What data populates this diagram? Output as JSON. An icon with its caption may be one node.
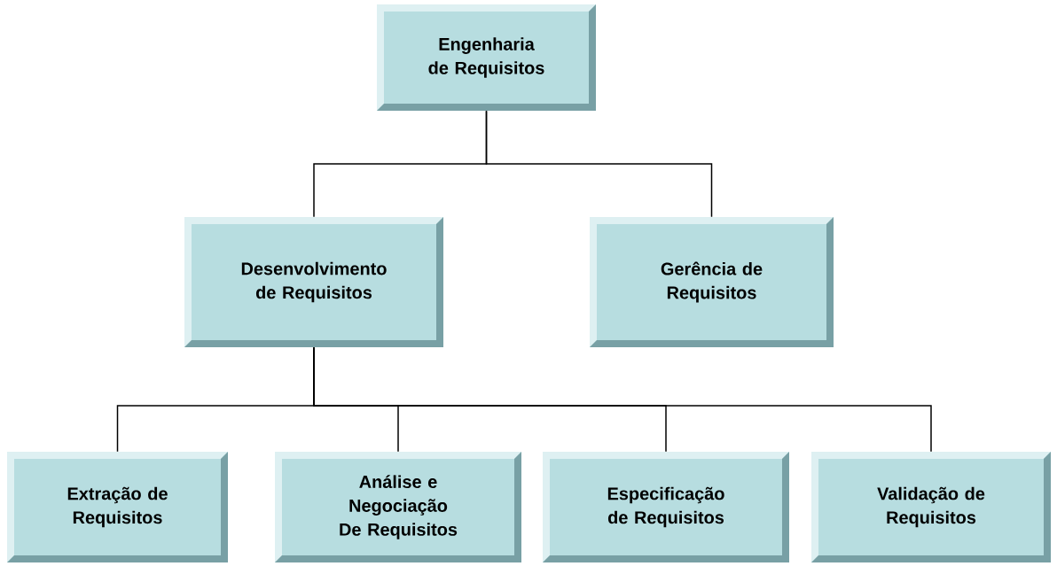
{
  "diagram": {
    "nodes": [
      {
        "text": [
          "Engenharia de Requisitos"
        ]
      },
      {
        "text": [
          "Desenvolvimento de Requisitos"
        ]
      },
      {
        "text": [
          "Gerência de Requisitos"
        ]
      },
      {
        "text": [
          "Extração de Requisitos"
        ]
      },
      {
        "text": [
          "Análise e Negociação De Requisitos"
        ]
      },
      {
        "text": [
          "Especificação de Requisitos"
        ]
      },
      {
        "text": [
          "Validação de Requisitos"
        ]
      }
    ],
    "edges": [
      {
        "from": 0,
        "to": 1,
        "arrow": "none"
      },
      {
        "from": 0,
        "to": 2,
        "arrow": "none"
      },
      {
        "from": 1,
        "to": 3,
        "arrow": "none"
      },
      {
        "from": 1,
        "to": 4,
        "arrow": "none"
      },
      {
        "from": 1,
        "to": 5,
        "arrow": "none"
      },
      {
        "from": 1,
        "to": 6,
        "arrow": "none"
      }
    ]
  }
}
